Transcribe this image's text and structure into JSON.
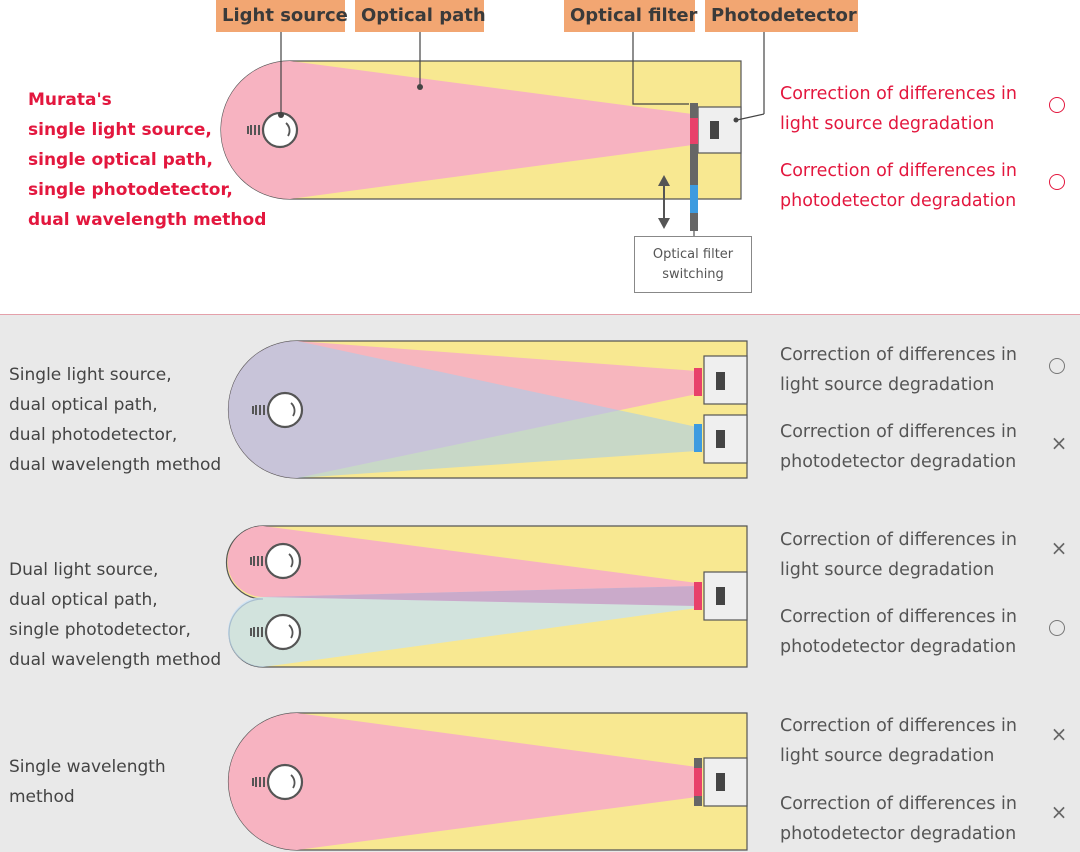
{
  "labels": {
    "light_source": "Light source",
    "optical_path": "Optical path",
    "optical_filter": "Optical filter",
    "photodetector": "Photodetector",
    "switching_line1": "Optical filter",
    "switching_line2": "switching"
  },
  "methods": [
    {
      "lines": [
        "Murata's",
        "single light source,",
        "single optical path,",
        "single photodetector,",
        "dual wavelength method"
      ],
      "corrections": [
        {
          "lines": [
            "Correction of differences in",
            "light source degradation"
          ],
          "result": "circle"
        },
        {
          "lines": [
            "Correction of differences in",
            "photodetector degradation"
          ],
          "result": "circle"
        }
      ]
    },
    {
      "lines": [
        "Single light source,",
        "dual optical path,",
        "dual photodetector,",
        "dual wavelength method"
      ],
      "corrections": [
        {
          "lines": [
            "Correction of differences in",
            "light source degradation"
          ],
          "result": "circle"
        },
        {
          "lines": [
            "Correction of differences in",
            "photodetector degradation"
          ],
          "result": "×"
        }
      ]
    },
    {
      "lines": [
        "Dual light source,",
        "dual optical path,",
        "single photodetector,",
        "dual wavelength method"
      ],
      "corrections": [
        {
          "lines": [
            "Correction of differences in",
            "light source degradation"
          ],
          "result": "×"
        },
        {
          "lines": [
            "Correction of differences in",
            "photodetector degradation"
          ],
          "result": "circle"
        }
      ]
    },
    {
      "lines": [
        "Single wavelength",
        "method"
      ],
      "corrections": [
        {
          "lines": [
            "Correction of differences in",
            "light source degradation"
          ],
          "result": "×"
        },
        {
          "lines": [
            "Correction of differences in",
            "photodetector degradation"
          ],
          "result": "×"
        }
      ]
    }
  ],
  "colors": {
    "highlight_red": "#e3173e",
    "label_orange": "#f2a672",
    "tube_yellow": "#f8e891",
    "beam_pink": "#f7b3c1",
    "beam_blue": "#c6e2f7",
    "filter_red": "#e8416a",
    "filter_blue": "#3d9be0"
  }
}
